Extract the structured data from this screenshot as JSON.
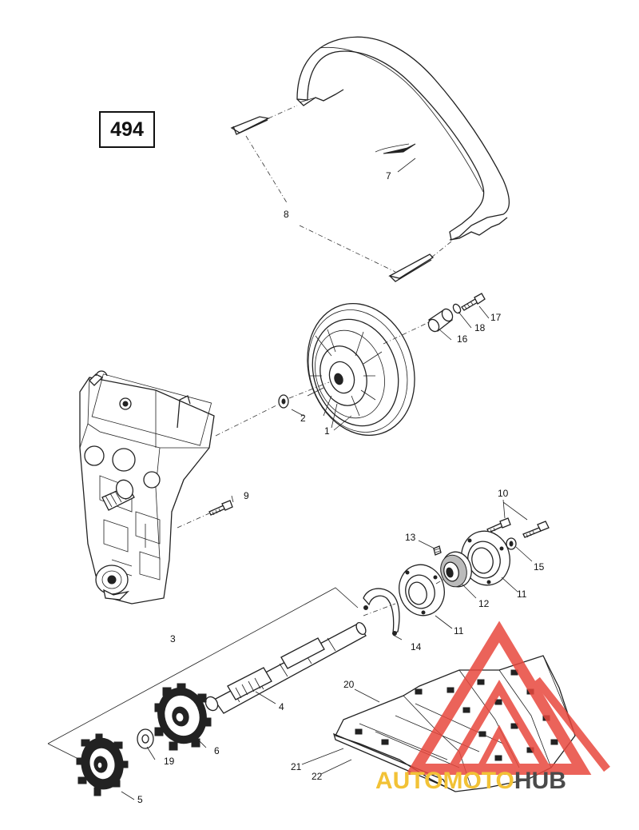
{
  "page_number": "494",
  "callouts": {
    "c1": "1",
    "c2": "2",
    "c3": "3",
    "c4": "4",
    "c5": "5",
    "c6": "6",
    "c7": "7",
    "c8": "8",
    "c9": "9",
    "c10": "10",
    "c11a": "11",
    "c11b": "11",
    "c12": "12",
    "c13": "13",
    "c14": "14",
    "c15": "15",
    "c16": "16",
    "c17": "17",
    "c18": "18",
    "c19": "19",
    "c20": "20",
    "c21": "21",
    "c22": "22"
  },
  "watermark": {
    "part1": "AUTO",
    "part2": "MOTO",
    "part3": "HUB",
    "triangle_color": "#e8483e",
    "text_color_1": "#f2c236",
    "text_color_2": "#4a4a4a"
  }
}
